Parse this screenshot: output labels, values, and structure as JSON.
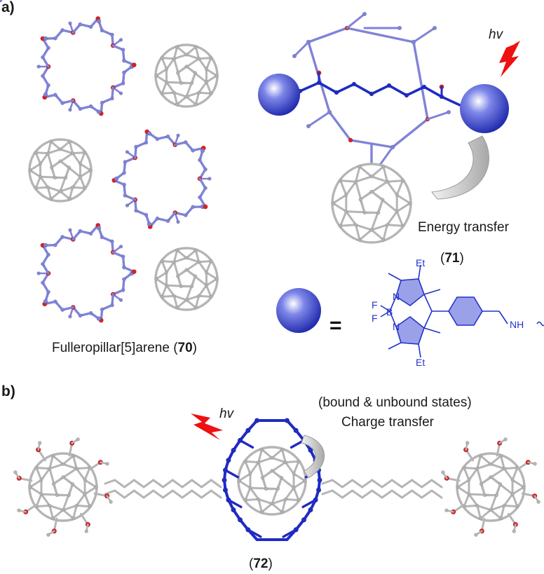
{
  "panels": {
    "a": "a)",
    "b": "b)"
  },
  "structure70": {
    "name": "Fulleropillar[5]arene",
    "number": "70"
  },
  "structure71": {
    "number": "71",
    "light": "hv",
    "process": "Energy transfer"
  },
  "structure72": {
    "number": "72",
    "light": "hv",
    "process": "Charge transfer",
    "note": "(bound & unbound states)"
  },
  "bodipy_key": {
    "equals": "=",
    "labels": {
      "et_top": "Et",
      "et_bottom": "Et",
      "f1": "F",
      "f2": "F",
      "b": "B",
      "n1": "N",
      "n2": "N",
      "amine": "NH"
    }
  },
  "colors": {
    "pillararene": "#7f83d8",
    "fullerene": "#b5b5b5",
    "oxygen": "#dd1f1f",
    "blue": "#1f2bc4",
    "lightning": "#ee1111"
  }
}
